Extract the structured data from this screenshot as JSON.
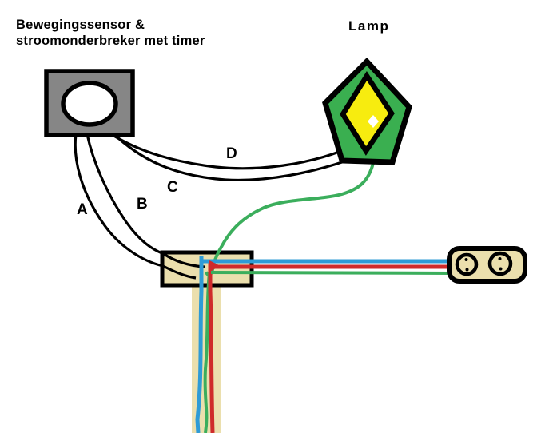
{
  "diagram": {
    "title": "Bewegingssensor &\nstroomonderbreker met timer",
    "lamp_label": "Lamp",
    "wire_labels": {
      "a": "A",
      "b": "B",
      "c": "C",
      "d": "D"
    }
  },
  "colors": {
    "black": "#000000",
    "sensor_gray": "#868686",
    "lens_white": "#ffffff",
    "sheath_tan": "#ebdfad",
    "wire_blue": "#2e9bd6",
    "wire_red": "#cf2b2b",
    "wire_green": "#3bae5c",
    "lamp_green": "#3aaf50",
    "bulb_yellow": "#f7ec0f",
    "sparkle_white": "#ffffff"
  }
}
